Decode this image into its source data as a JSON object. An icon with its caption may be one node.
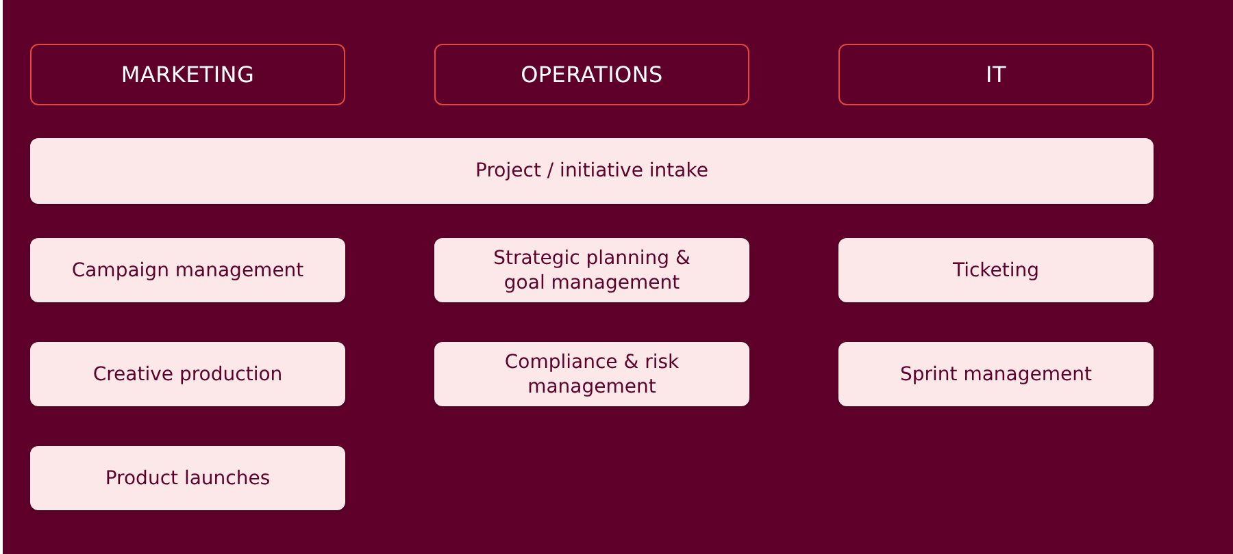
{
  "diagram": {
    "nodes": [
      {
        "text": [
          "MARKETING"
        ]
      },
      {
        "text": [
          "OPERATIONS"
        ]
      },
      {
        "text": [
          "IT"
        ]
      },
      {
        "text": [
          "Project / initiative intake"
        ]
      },
      {
        "text": [
          "Campaign management"
        ]
      },
      {
        "text": [
          "Strategic planning & goal management"
        ]
      },
      {
        "text": [
          "Ticketing"
        ]
      },
      {
        "text": [
          "Creative production"
        ]
      },
      {
        "text": [
          "Compliance & risk management"
        ]
      },
      {
        "text": [
          "Sprint management"
        ]
      },
      {
        "text": [
          "Product launches"
        ]
      }
    ]
  }
}
